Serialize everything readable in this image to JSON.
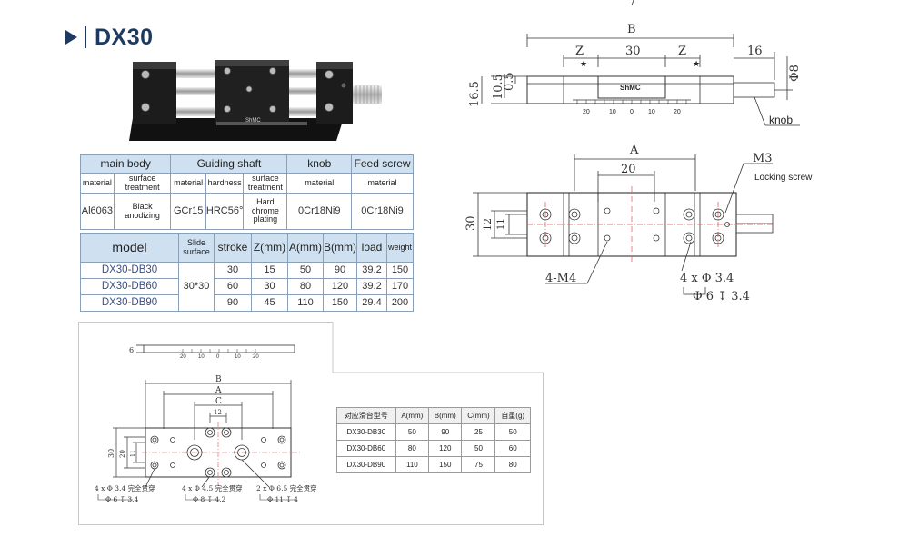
{
  "title": "DX30",
  "photo": {
    "brand": "ShMC"
  },
  "spec_table1": {
    "headers": [
      "main body",
      "Guiding shaft",
      "knob",
      "Feed screw"
    ],
    "subheaders": [
      "material",
      "surface treatment",
      "material",
      "hardness",
      "surface treatment",
      "material",
      "material"
    ],
    "values": [
      "Al6063",
      "Black anodizing",
      "GCr15",
      "HRC56°",
      "Hard chrome plating",
      "0Cr18Ni9",
      "0Cr18Ni9"
    ]
  },
  "spec_table2": {
    "headers": [
      "model",
      "Slide surface",
      "stroke",
      "Z(mm)",
      "A(mm)",
      "B(mm)",
      "load",
      "weight"
    ],
    "slide_surface": "30*30",
    "rows": [
      {
        "model": "DX30-DB30",
        "stroke": "30",
        "z": "15",
        "a": "50",
        "b": "90",
        "load": "39.2",
        "weight": "150"
      },
      {
        "model": "DX30-DB60",
        "stroke": "60",
        "z": "30",
        "a": "80",
        "b": "120",
        "load": "39.2",
        "weight": "170"
      },
      {
        "model": "DX30-DB90",
        "stroke": "90",
        "z": "45",
        "a": "110",
        "b": "150",
        "load": "29.4",
        "weight": "200"
      }
    ]
  },
  "side_drawing": {
    "dim_b": "B",
    "dim_z": "Z",
    "dim_30": "30",
    "dim_16": "16",
    "dim_phi8": "Φ8",
    "dim_16_5": "16.5",
    "dim_10_5": "10.5",
    "dim_0_5": "0.5",
    "brand": "ShMC",
    "scale": [
      "20",
      "10",
      "0",
      "10",
      "20"
    ],
    "knob_label": "knob"
  },
  "top_drawing": {
    "dim_a": "A",
    "dim_20": "20",
    "dim_m3": "M3",
    "locking_label": "Locking screw",
    "dim_30": "30",
    "dim_12": "12",
    "dim_11": "11",
    "note_m4": "4-M4",
    "note_holes_1": "4 x Φ 3.4",
    "note_holes_2": "Φ 6 ↧ 3.4"
  },
  "bottom_drawing": {
    "dim_6": "6",
    "dim_b": "B",
    "dim_a": "A",
    "dim_c": "C",
    "dim_12": "12",
    "dim_30": "30",
    "dim_20": "20",
    "dim_11": "11",
    "scale": [
      "20",
      "10",
      "0",
      "10",
      "20"
    ],
    "note1_a": "4 x Φ 3.4 完全贯穿",
    "note1_b": "Φ 6 ↧ 3.4",
    "note2_a": "4 x Φ 4.5 完全贯穿",
    "note2_b": "Φ 8 ↧ 4.2",
    "note3_a": "2 x Φ 6.5 完全贯穿",
    "note3_b": "Φ 11 ↧ 4"
  },
  "bottom_table": {
    "headers": [
      "对应滑台型号",
      "A(mm)",
      "B(mm)",
      "C(mm)",
      "自重(g)"
    ],
    "rows": [
      [
        "DX30-DB30",
        "50",
        "90",
        "25",
        "50"
      ],
      [
        "DX30-DB60",
        "80",
        "120",
        "50",
        "60"
      ],
      [
        "DX30-DB90",
        "110",
        "150",
        "75",
        "80"
      ]
    ]
  }
}
